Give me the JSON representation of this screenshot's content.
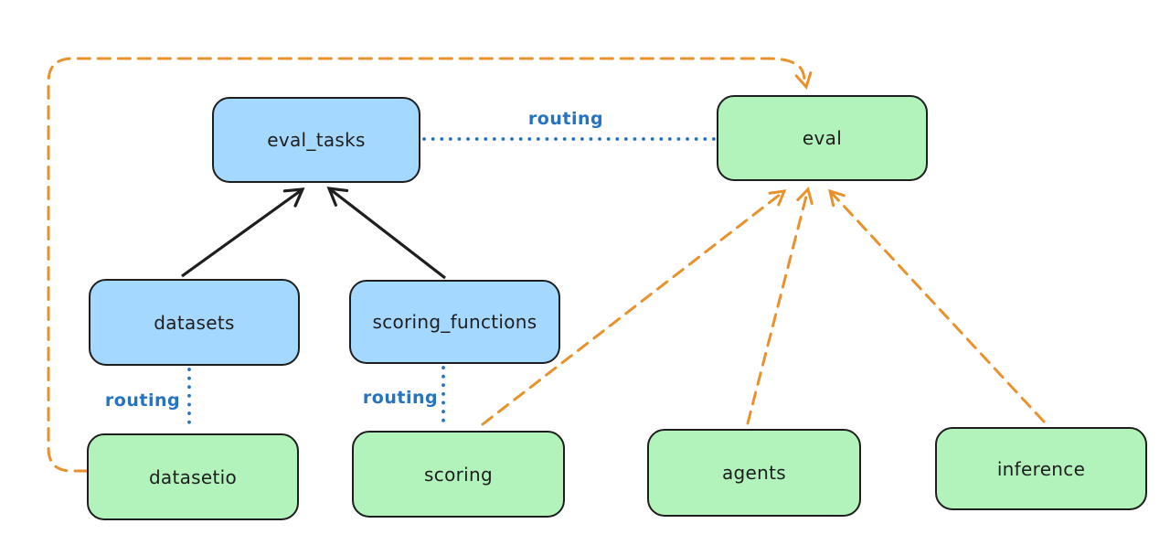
{
  "colors": {
    "background": "#ffffff",
    "node_stroke": "#1e1e1e",
    "text": "#1e1e1e",
    "blue_node_fill": "#a5d8ff",
    "green_node_fill": "#b2f2bb",
    "routing_blue": "#2673c2",
    "arrow_black": "#1e1e1e",
    "arrow_orange": "#e8922d"
  },
  "nodes": {
    "eval_tasks": {
      "label": "eval_tasks",
      "fill": "blue"
    },
    "eval": {
      "label": "eval",
      "fill": "green"
    },
    "datasets": {
      "label": "datasets",
      "fill": "blue"
    },
    "scoring_functions": {
      "label": "scoring_functions",
      "fill": "blue"
    },
    "datasetio": {
      "label": "datasetio",
      "fill": "green"
    },
    "scoring": {
      "label": "scoring",
      "fill": "green"
    },
    "agents": {
      "label": "agents",
      "fill": "green"
    },
    "inference": {
      "label": "inference",
      "fill": "green"
    }
  },
  "edge_labels": {
    "routing_top": "routing",
    "routing_left": "routing",
    "routing_mid": "routing"
  },
  "edges": [
    {
      "from": "datasets",
      "to": "eval_tasks",
      "style": "solid",
      "color": "black",
      "label": ""
    },
    {
      "from": "scoring_functions",
      "to": "eval_tasks",
      "style": "solid",
      "color": "black",
      "label": ""
    },
    {
      "from": "eval_tasks",
      "to": "eval",
      "style": "dotted",
      "color": "blue",
      "label": "routing"
    },
    {
      "from": "datasets",
      "to": "datasetio",
      "style": "dotted",
      "color": "blue",
      "label": "routing"
    },
    {
      "from": "scoring_functions",
      "to": "scoring",
      "style": "dotted",
      "color": "blue",
      "label": "routing"
    },
    {
      "from": "datasetio",
      "to": "eval",
      "style": "dashed",
      "color": "orange",
      "label": ""
    },
    {
      "from": "scoring",
      "to": "eval",
      "style": "dashed",
      "color": "orange",
      "label": ""
    },
    {
      "from": "agents",
      "to": "eval",
      "style": "dashed",
      "color": "orange",
      "label": ""
    },
    {
      "from": "inference",
      "to": "eval",
      "style": "dashed",
      "color": "orange",
      "label": ""
    }
  ]
}
